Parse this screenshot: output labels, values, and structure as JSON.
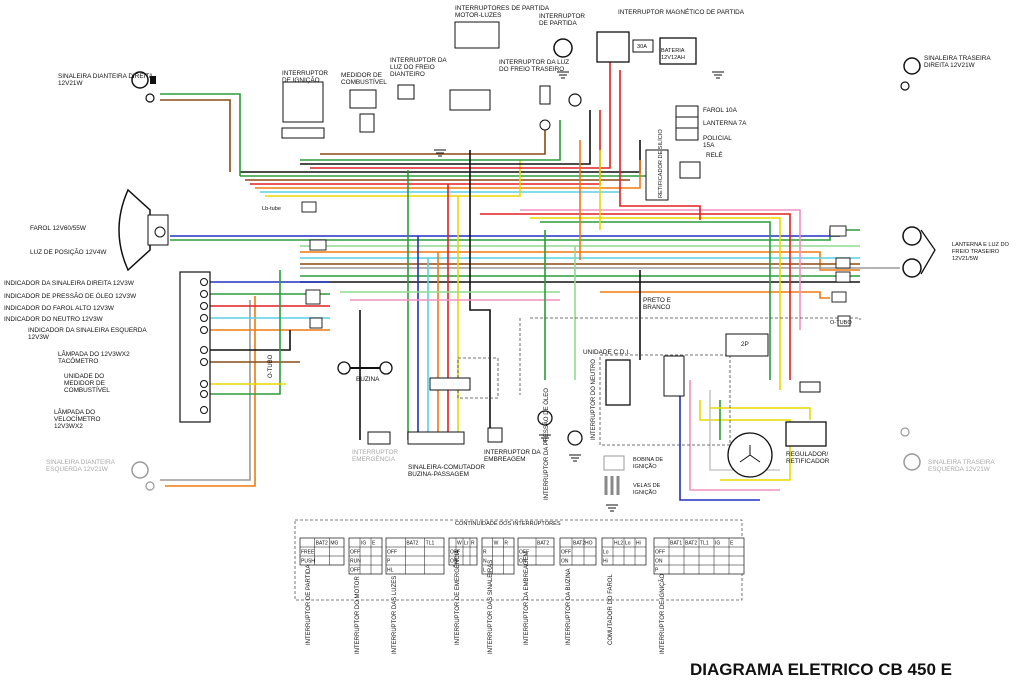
{
  "title": "DIAGRAMA ELETRICO CB 450 E",
  "components": {
    "sinaleira_dianteira_direita": "SINALEIRA DIANTEIRA DIREITA 12V21W",
    "farol": "FAROL 12V60/55W",
    "luz_posicao": "LUZ DE POSIÇÃO 12V4W",
    "ind_sinal_dir": "INDICADOR DA SINALEIRA DIREITA 12V3W",
    "ind_pressao_oleo": "INDICADOR DE PRESSÃO DE ÓLEO 12V3W",
    "ind_farol_alto": "INDICADOR DO FAROL ALTO 12V3W",
    "ind_neutro": "INDICADOR DO NEUTRO 12V3W",
    "ind_sinal_esq": "INDICADOR DA SINALEIRA ESQUERDA 12V3W",
    "lampada_tacometro": "LÂMPADA DO 12V3WX2 TACÔMETRO",
    "unidade_medidor": "UNIDADE DO MEDIDOR DE COMBUSTÍVEL",
    "lampada_velocimetro": "LÂMPADA DO VELOCÍMETRO 12V3WX2",
    "sinaleira_dianteira_esquerda": "SINALEIRA DIANTEIRA ESQUERDA 12V21W",
    "interruptor_ignicao_top": "INTERRUPTOR DE IGNIÇÃO",
    "medidor_combustivel": "MEDIDOR DE COMBUSTÍVEL",
    "int_luz_freio_dianteiro": "INTERRUPTOR DA LUZ DO FREIO DIANTEIRO",
    "int_partida_motor_luzes": "INTERRUPTORES DE PARTIDA MOTOR-LUZES",
    "int_luz_freio_traseiro": "INTERRUPTOR DA LUZ DO FREIO TRASEIRO",
    "int_partida": "INTERRUPTOR DE PARTIDA",
    "int_magnetico": "INTERRUPTOR MAGNÉTICO DE PARTIDA",
    "bateria": "BATERIA 12V12AH",
    "fusivel_30a": "30A",
    "farol_10a": "FAROL 10A",
    "lanterna_7a": "LANTERNA 7A",
    "policial_15a": "POLICIAL 15A",
    "rele": "RELÉ",
    "retificador_silicio": "RETIFICADOR DE SILÍCIO",
    "sinaleira_traseira_direita": "SINALEIRA TRASEIRA DIREITA 12V21W",
    "lanterna_freio": "LANTERNA E LUZ DO FREIO TRASEIRO 12V21/5W",
    "sinaleira_traseira_esquerda": "SINALEIRA TRASEIRA ESQUERDA 12V21W",
    "regulador": "REGULADOR/ RETIFICADOR",
    "unidade_cdi": "UNIDADE C.D.I.",
    "bobina": "BOBINA DE IGNIÇÃO",
    "velas": "VELAS DE IGNIÇÃO",
    "int_neutro": "INTERRUPTOR DO NEUTRO",
    "int_pressao_oleo": "INTERRUPTOR DA PRESSÃO DE ÓLEO",
    "int_embreagem": "INTERRUPTOR DA EMBREAGEM",
    "int_emergencia": "INTERRUPTOR EMERGÊNCIA",
    "sinaleira_comutador": "SINALEIRA-COMUTADOR BUZINA-PASSAGEM",
    "buzina": "BUZINA",
    "preto_branco": "PRETO E BRANCO",
    "conector_2p": "2P",
    "o_tubo": "O-TUBO",
    "lb_tube": "Lb-tube"
  },
  "continuity": {
    "header": "CONTINUIDADE DOS INTERRUPTORES",
    "tables": [
      {
        "cols": [
          "BAT2",
          "MG"
        ],
        "rows": [
          "FREE",
          "PUSH"
        ],
        "name": "INTERRUPTOR DE PARTIDA"
      },
      {
        "cols": [
          "IG",
          "E"
        ],
        "rows": [
          "OFF",
          "RUN",
          "OFF"
        ],
        "name": "INTERRUPTOR DO MOTOR"
      },
      {
        "cols": [
          "BAT2",
          "TL1"
        ],
        "rows": [
          "OFF",
          "P",
          "HL"
        ],
        "name": "INTERRUPTOR DAS LUZES"
      },
      {
        "cols": [
          "W",
          "Lr",
          "R"
        ],
        "rows": [
          "OFF",
          "ON"
        ],
        "name": "INTERRUPTOR DE EMERGÊNCIA"
      },
      {
        "cols": [
          "W",
          "R"
        ],
        "rows": [
          "R",
          "N",
          "L"
        ],
        "name": "INTERRUPTOR DAS SINALEIRAS"
      },
      {
        "cols": [
          "BAT2"
        ],
        "rows": [
          "OFF",
          "ON"
        ],
        "name": "INTERRUPTOR DA EMBREAGEM"
      },
      {
        "cols": [
          "BAT2",
          "HO"
        ],
        "rows": [
          "OFF",
          "ON"
        ],
        "name": "INTERRUPTOR DA BUZINA"
      },
      {
        "cols": [
          "HL2",
          "Lo",
          "Hi"
        ],
        "rows": [
          "Lo",
          "Hi"
        ],
        "name": "COMUTADOR DO FAROL"
      },
      {
        "cols": [
          "BAT1",
          "BAT2",
          "TL1",
          "IG",
          "E"
        ],
        "rows": [
          "OFF",
          "ON",
          "P"
        ],
        "name": "INTERRUPTOR DE IGNIÇÃO"
      }
    ]
  },
  "colors": {
    "black": "#111111",
    "green": "#2a9d3a",
    "red": "#e02020",
    "yellow": "#e8d800",
    "blue": "#2030c0",
    "orange": "#ee7a10",
    "brown": "#8a4a16",
    "lightblue": "#5ccfe6",
    "grey": "#9a9a9a",
    "pink": "#f090c0",
    "lightgreen": "#8fdc8f",
    "white": "#d8d8d8"
  }
}
